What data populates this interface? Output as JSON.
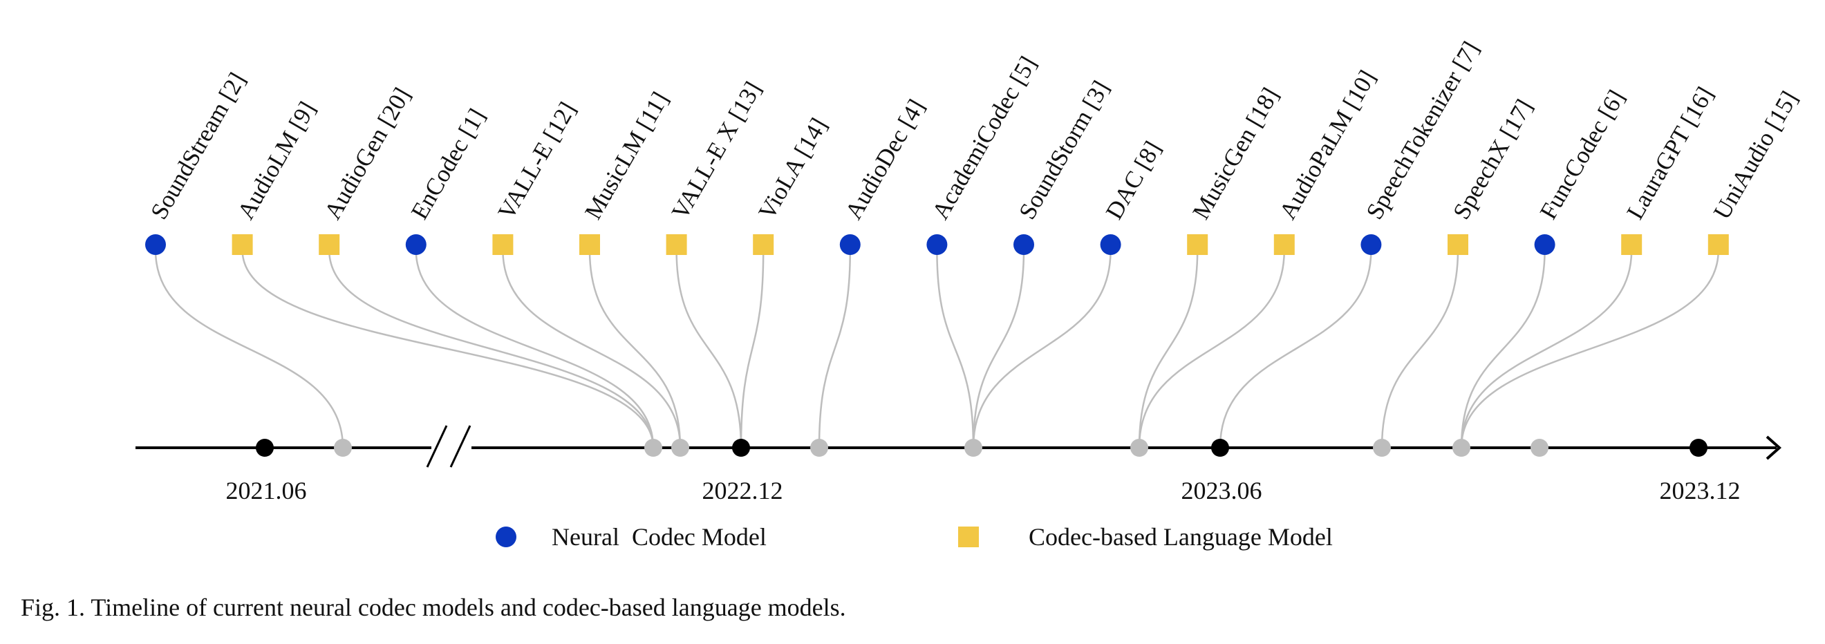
{
  "colors": {
    "neural_codec": "#0a37c0",
    "codec_lm": "#f2c744",
    "connector": "#bdbdbd",
    "gray_dot": "#bdbdbd",
    "date_dot": "#000000",
    "axis": "#000000"
  },
  "models": [
    {
      "label": "SoundStream [2]",
      "kind": "neural_codec",
      "target": 1
    },
    {
      "label": "AudioLM [9]",
      "kind": "codec_lm",
      "target": 2
    },
    {
      "label": "AudioGen [20]",
      "kind": "codec_lm",
      "target": 2
    },
    {
      "label": "EnCodec [1]",
      "kind": "neural_codec",
      "target": 2
    },
    {
      "label": "VALL-E [12]",
      "kind": "codec_lm",
      "target": 3
    },
    {
      "label": "MusicLM [11]",
      "kind": "codec_lm",
      "target": 3
    },
    {
      "label": "VALL-E X [13]",
      "kind": "codec_lm",
      "target": 4
    },
    {
      "label": "VioLA [14]",
      "kind": "codec_lm",
      "target": 4
    },
    {
      "label": "AudioDec [4]",
      "kind": "neural_codec",
      "target": 5
    },
    {
      "label": "AcademiCodec [5]",
      "kind": "neural_codec",
      "target": 6
    },
    {
      "label": "SoundStorm [3]",
      "kind": "neural_codec",
      "target": 6
    },
    {
      "label": "DAC [8]",
      "kind": "neural_codec",
      "target": 6
    },
    {
      "label": "MusicGen [18]",
      "kind": "codec_lm",
      "target": 7
    },
    {
      "label": "AudioPaLM [10]",
      "kind": "codec_lm",
      "target": 7
    },
    {
      "label": "SpeechTokenizer [7]",
      "kind": "neural_codec",
      "target": 8
    },
    {
      "label": "SpeechX [17]",
      "kind": "codec_lm",
      "target": 9
    },
    {
      "label": "FuncCodec [6]",
      "kind": "neural_codec",
      "target": 10
    },
    {
      "label": "LauraGPT [16]",
      "kind": "codec_lm",
      "target": 10
    },
    {
      "label": "UniAudio [15]",
      "kind": "codec_lm",
      "target": 10
    }
  ],
  "timeline_points": [
    {
      "kind": "date",
      "date": "2021.06"
    },
    {
      "kind": "event"
    },
    {
      "kind": "event"
    },
    {
      "kind": "event"
    },
    {
      "kind": "date",
      "date": "2022.12"
    },
    {
      "kind": "event"
    },
    {
      "kind": "event"
    },
    {
      "kind": "event"
    },
    {
      "kind": "date",
      "date": "2023.06"
    },
    {
      "kind": "event"
    },
    {
      "kind": "event"
    },
    {
      "kind": "event"
    },
    {
      "kind": "date",
      "date": "2023.12"
    }
  ],
  "legend": {
    "neural_codec": "Neural  Codec Model",
    "codec_lm": "Codec-based Language Model"
  },
  "caption": "Fig. 1.  Timeline of current neural codec models and codec-based language models."
}
